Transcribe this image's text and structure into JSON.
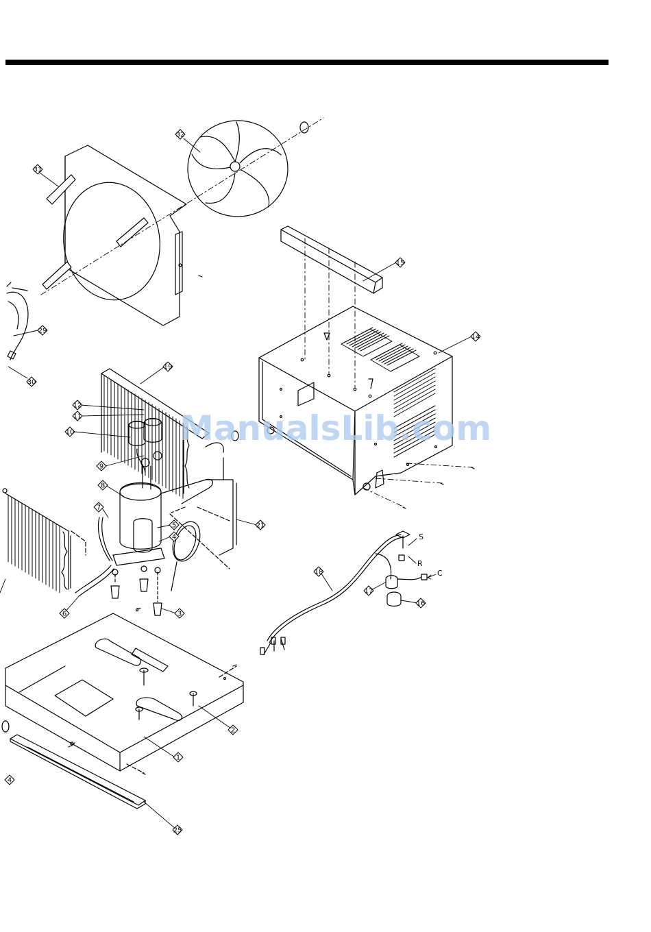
{
  "watermark": "ManualsLib.com",
  "wire_labels": {
    "s": "S",
    "r": "R",
    "c": "C"
  },
  "callouts": [
    {
      "id": "c32",
      "label": "32"
    },
    {
      "id": "c31",
      "label": "31"
    },
    {
      "id": "c29",
      "label": "29"
    },
    {
      "id": "c30",
      "label": "30"
    },
    {
      "id": "c15",
      "label": "15"
    },
    {
      "id": "c14",
      "label": "14"
    },
    {
      "id": "c19",
      "label": "19"
    },
    {
      "id": "c12",
      "label": "12"
    },
    {
      "id": "c11",
      "label": "11"
    },
    {
      "id": "c10",
      "label": "10"
    },
    {
      "id": "c9",
      "label": "9"
    },
    {
      "id": "c8",
      "label": "8"
    },
    {
      "id": "c7",
      "label": "7"
    },
    {
      "id": "c5",
      "label": "5"
    },
    {
      "id": "c4b",
      "label": "4"
    },
    {
      "id": "c21",
      "label": "21"
    },
    {
      "id": "c6",
      "label": "6"
    },
    {
      "id": "c3",
      "label": "3"
    },
    {
      "id": "c18",
      "label": "18"
    },
    {
      "id": "c17",
      "label": "17"
    },
    {
      "id": "c16",
      "label": "16"
    },
    {
      "id": "c2",
      "label": "2"
    },
    {
      "id": "c1",
      "label": "1"
    },
    {
      "id": "c4",
      "label": "4"
    },
    {
      "id": "c25",
      "label": "25"
    }
  ]
}
